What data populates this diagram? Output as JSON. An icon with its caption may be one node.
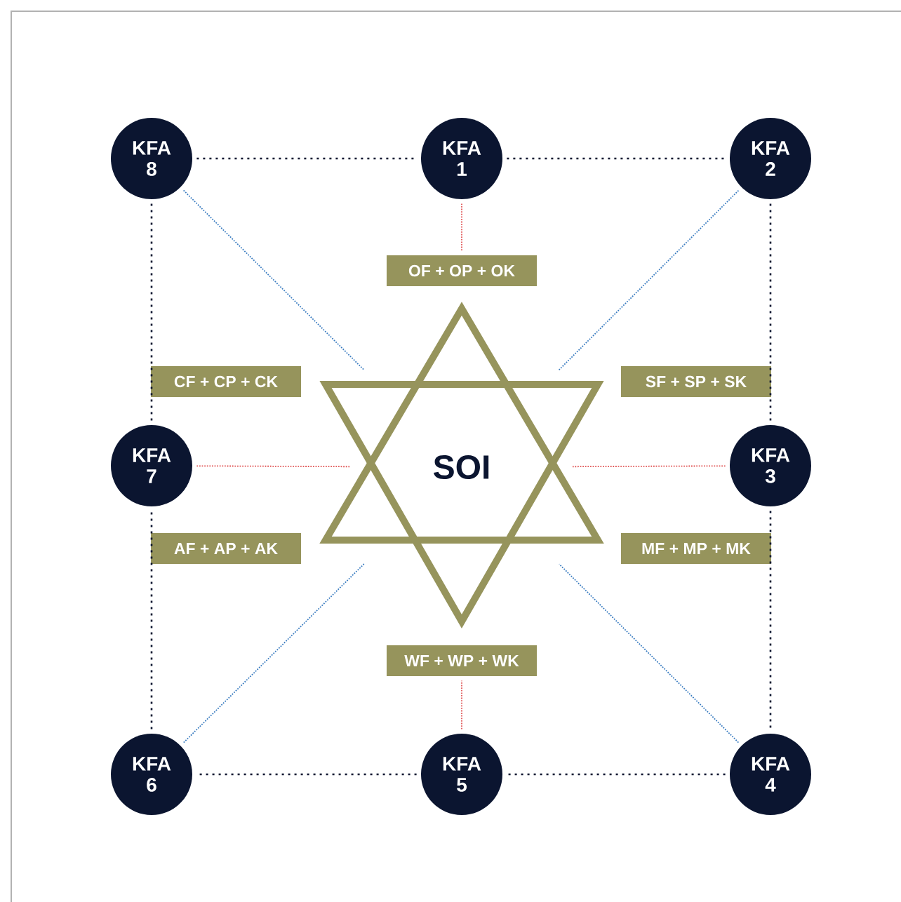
{
  "diagram": {
    "nodes": [
      {
        "text": [
          "KFA 8"
        ]
      },
      {
        "text": [
          "KFA 1"
        ]
      },
      {
        "text": [
          "KFA 2"
        ]
      },
      {
        "text": [
          "OF + OP + OK"
        ]
      },
      {
        "text": [
          "CF + CP + CK"
        ]
      },
      {
        "text": [
          "SF + SP + SK"
        ]
      },
      {
        "text": [
          "KFA 7"
        ]
      },
      {
        "text": [
          "SOI"
        ]
      },
      {
        "text": [
          "KFA 3"
        ]
      },
      {
        "text": [
          "AF + AP + AK"
        ]
      },
      {
        "text": [
          "MF + MP + MK"
        ]
      },
      {
        "text": [
          "WF + WP + WK"
        ]
      },
      {
        "text": [
          "KFA 6"
        ]
      },
      {
        "text": [
          "KFA 5"
        ]
      },
      {
        "text": [
          "KFA 4"
        ]
      }
    ],
    "edges": [
      {
        "from": 0,
        "to": 1,
        "arrow": "none"
      },
      {
        "from": 1,
        "to": 2,
        "arrow": "none"
      },
      {
        "from": 2,
        "to": 8,
        "arrow": "none"
      },
      {
        "from": 8,
        "to": 14,
        "arrow": "none"
      },
      {
        "from": 14,
        "to": 13,
        "arrow": "none"
      },
      {
        "from": 13,
        "to": 12,
        "arrow": "none"
      },
      {
        "from": 12,
        "to": 6,
        "arrow": "none"
      },
      {
        "from": 6,
        "to": 0,
        "arrow": "none"
      },
      {
        "from": 1,
        "to": 3,
        "arrow": "none",
        "color": "#e05555"
      },
      {
        "from": 6,
        "to": 7,
        "arrow": "none",
        "color": "#e05555"
      },
      {
        "from": 8,
        "to": 7,
        "arrow": "none",
        "color": "#e05555"
      },
      {
        "from": 13,
        "to": 11,
        "arrow": "none",
        "color": "#e05555"
      },
      {
        "from": 0,
        "to": 7,
        "arrow": "none",
        "color": "#3a7cc0"
      },
      {
        "from": 2,
        "to": 7,
        "arrow": "none",
        "color": "#3a7cc0"
      },
      {
        "from": 12,
        "to": 7,
        "arrow": "none",
        "color": "#3a7cc0"
      },
      {
        "from": 14,
        "to": 7,
        "arrow": "none",
        "color": "#3a7cc0"
      }
    ]
  }
}
